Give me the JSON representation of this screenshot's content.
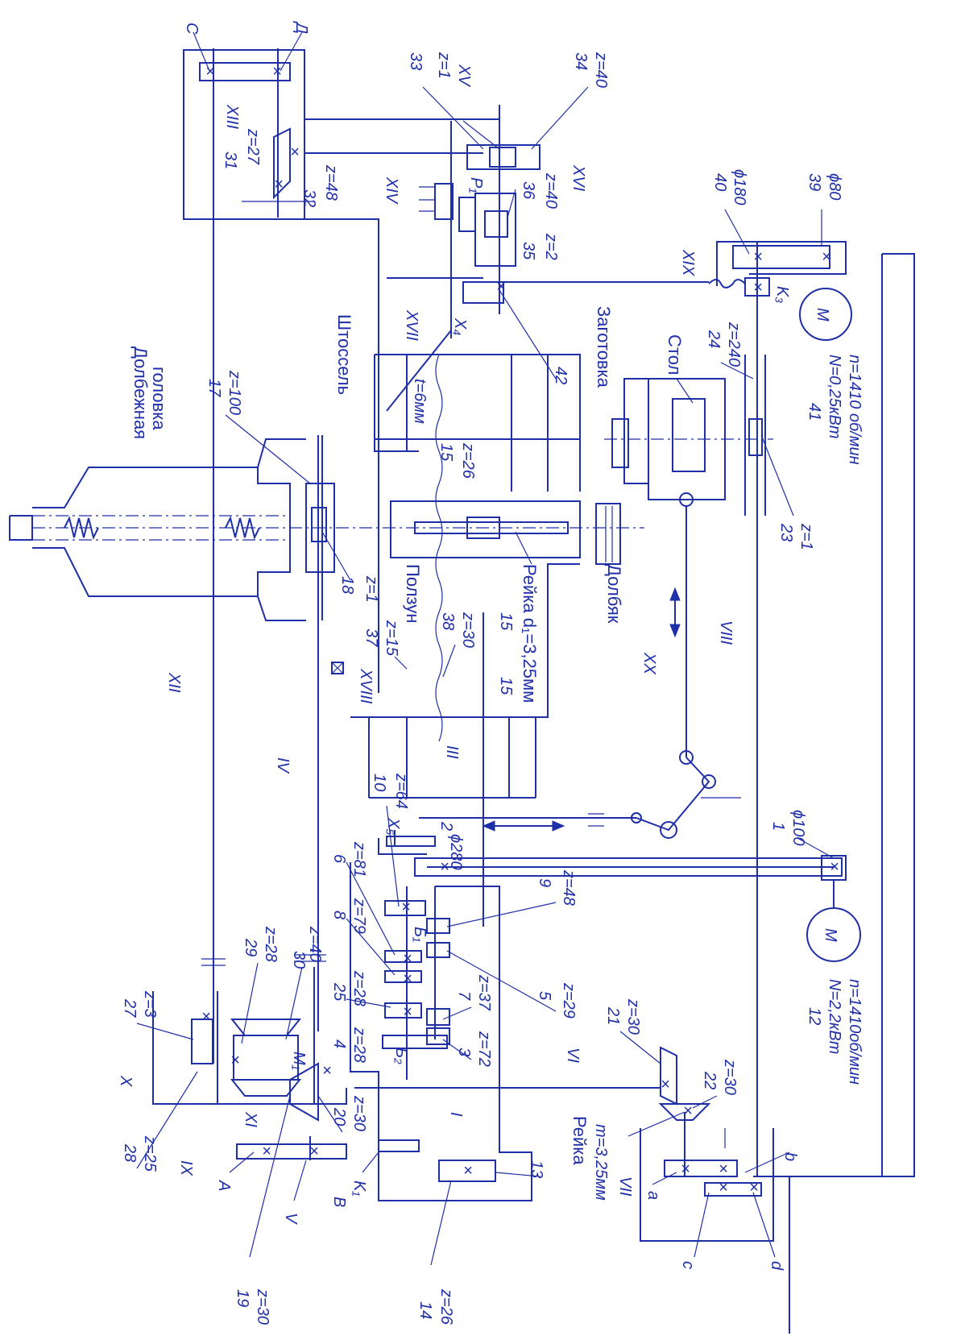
{
  "colors": {
    "line": "#1f2fa8",
    "background": "#ffffff"
  },
  "labels": {
    "c_top": "С",
    "d_top": "Д",
    "xiii": "XIII",
    "z27": "z=27",
    "n31": "31",
    "n32": "32",
    "z48": "z=48",
    "xiv": "XIV",
    "n33": "33",
    "z1a": "z=1",
    "xv": "XV",
    "n34": "34",
    "z40a": "z=40",
    "p1": "P₁",
    "n36": "36",
    "z40b": "z=40",
    "xvi": "XVI",
    "n35": "35",
    "z2": "z=2",
    "n40": "40",
    "d180": "ϕ180",
    "n39": "39",
    "d80": "ϕ80",
    "xix": "XIX",
    "k3": "K₃",
    "x4": "X₄",
    "n42": "42",
    "xvii": "XVII",
    "t6": "t=6мм",
    "head1": "Долбежная",
    "head2": "головка",
    "n17": "17",
    "z100": "z=100",
    "shtossel": "Штоссель",
    "n15a": "15",
    "z26a": "z=26",
    "zagotovka": "Заготовка",
    "stol": "Стол",
    "n24": "24",
    "z240": "z=240",
    "n41": "41",
    "n025": "N=0,25кВт",
    "n1410a": "n=1410 об/мин",
    "n23": "23",
    "z1c": "z=1",
    "n18": "18",
    "z1b": "z=1",
    "polzun": "Ползун",
    "reika1": "Рейка d₁=3,25мм",
    "n15b": "15",
    "dolbyak": "Долбяк",
    "n37": "37",
    "z15": "z=15",
    "n38": "38",
    "z30a": "z=30",
    "xviii": "XVIII",
    "n15c": "15",
    "iii": "III",
    "xx": "XX",
    "viii": "VIII",
    "xii": "XII",
    "iv": "IV",
    "n10": "10",
    "z64": "z=64",
    "n6": "6",
    "z81": "z=81",
    "n8": "8",
    "z79": "z=79",
    "x5": "X₅",
    "n2": "2",
    "d280": "ϕ280",
    "b1": "Б₁",
    "n9": "9",
    "z48b": "z=48",
    "n5": "5",
    "z29": "z=29",
    "n1": "1",
    "d100": "ϕ100",
    "n12": "12",
    "n22kw": "N=2,2кВт",
    "n1410b": "n=1410об/мин",
    "n27": "27",
    "z3": "z=3",
    "n29": "29",
    "z28a": "z=28",
    "n30": "30",
    "z40c": "z=40",
    "n25": "25",
    "z28b": "z=28",
    "n7": "7",
    "z37": "z=37",
    "n4": "4",
    "z28c": "z=28",
    "n3": "3",
    "z72": "z=72",
    "b2": "Б₂",
    "x": "X",
    "xi": "XI",
    "m1": "M₁",
    "n21": "21",
    "z30b": "z=30",
    "n22": "22",
    "z30c": "z=30",
    "vi": "VI",
    "ix": "IX",
    "n28": "28",
    "z25": "z=25",
    "n20": "20",
    "z30d": "z=30",
    "i": "I",
    "n13": "13",
    "reika2": "Рейка",
    "reika2m": "m=3,25мм",
    "vii": "VII",
    "a_small": "a",
    "b_small": "b",
    "c_small": "c",
    "d_small": "d",
    "a_big": "А",
    "v": "V",
    "v_big": "В",
    "k1": "K₁",
    "n19": "19",
    "z30e": "z=30",
    "n14": "14",
    "z26b": "z=26",
    "m_symbol": "M"
  }
}
